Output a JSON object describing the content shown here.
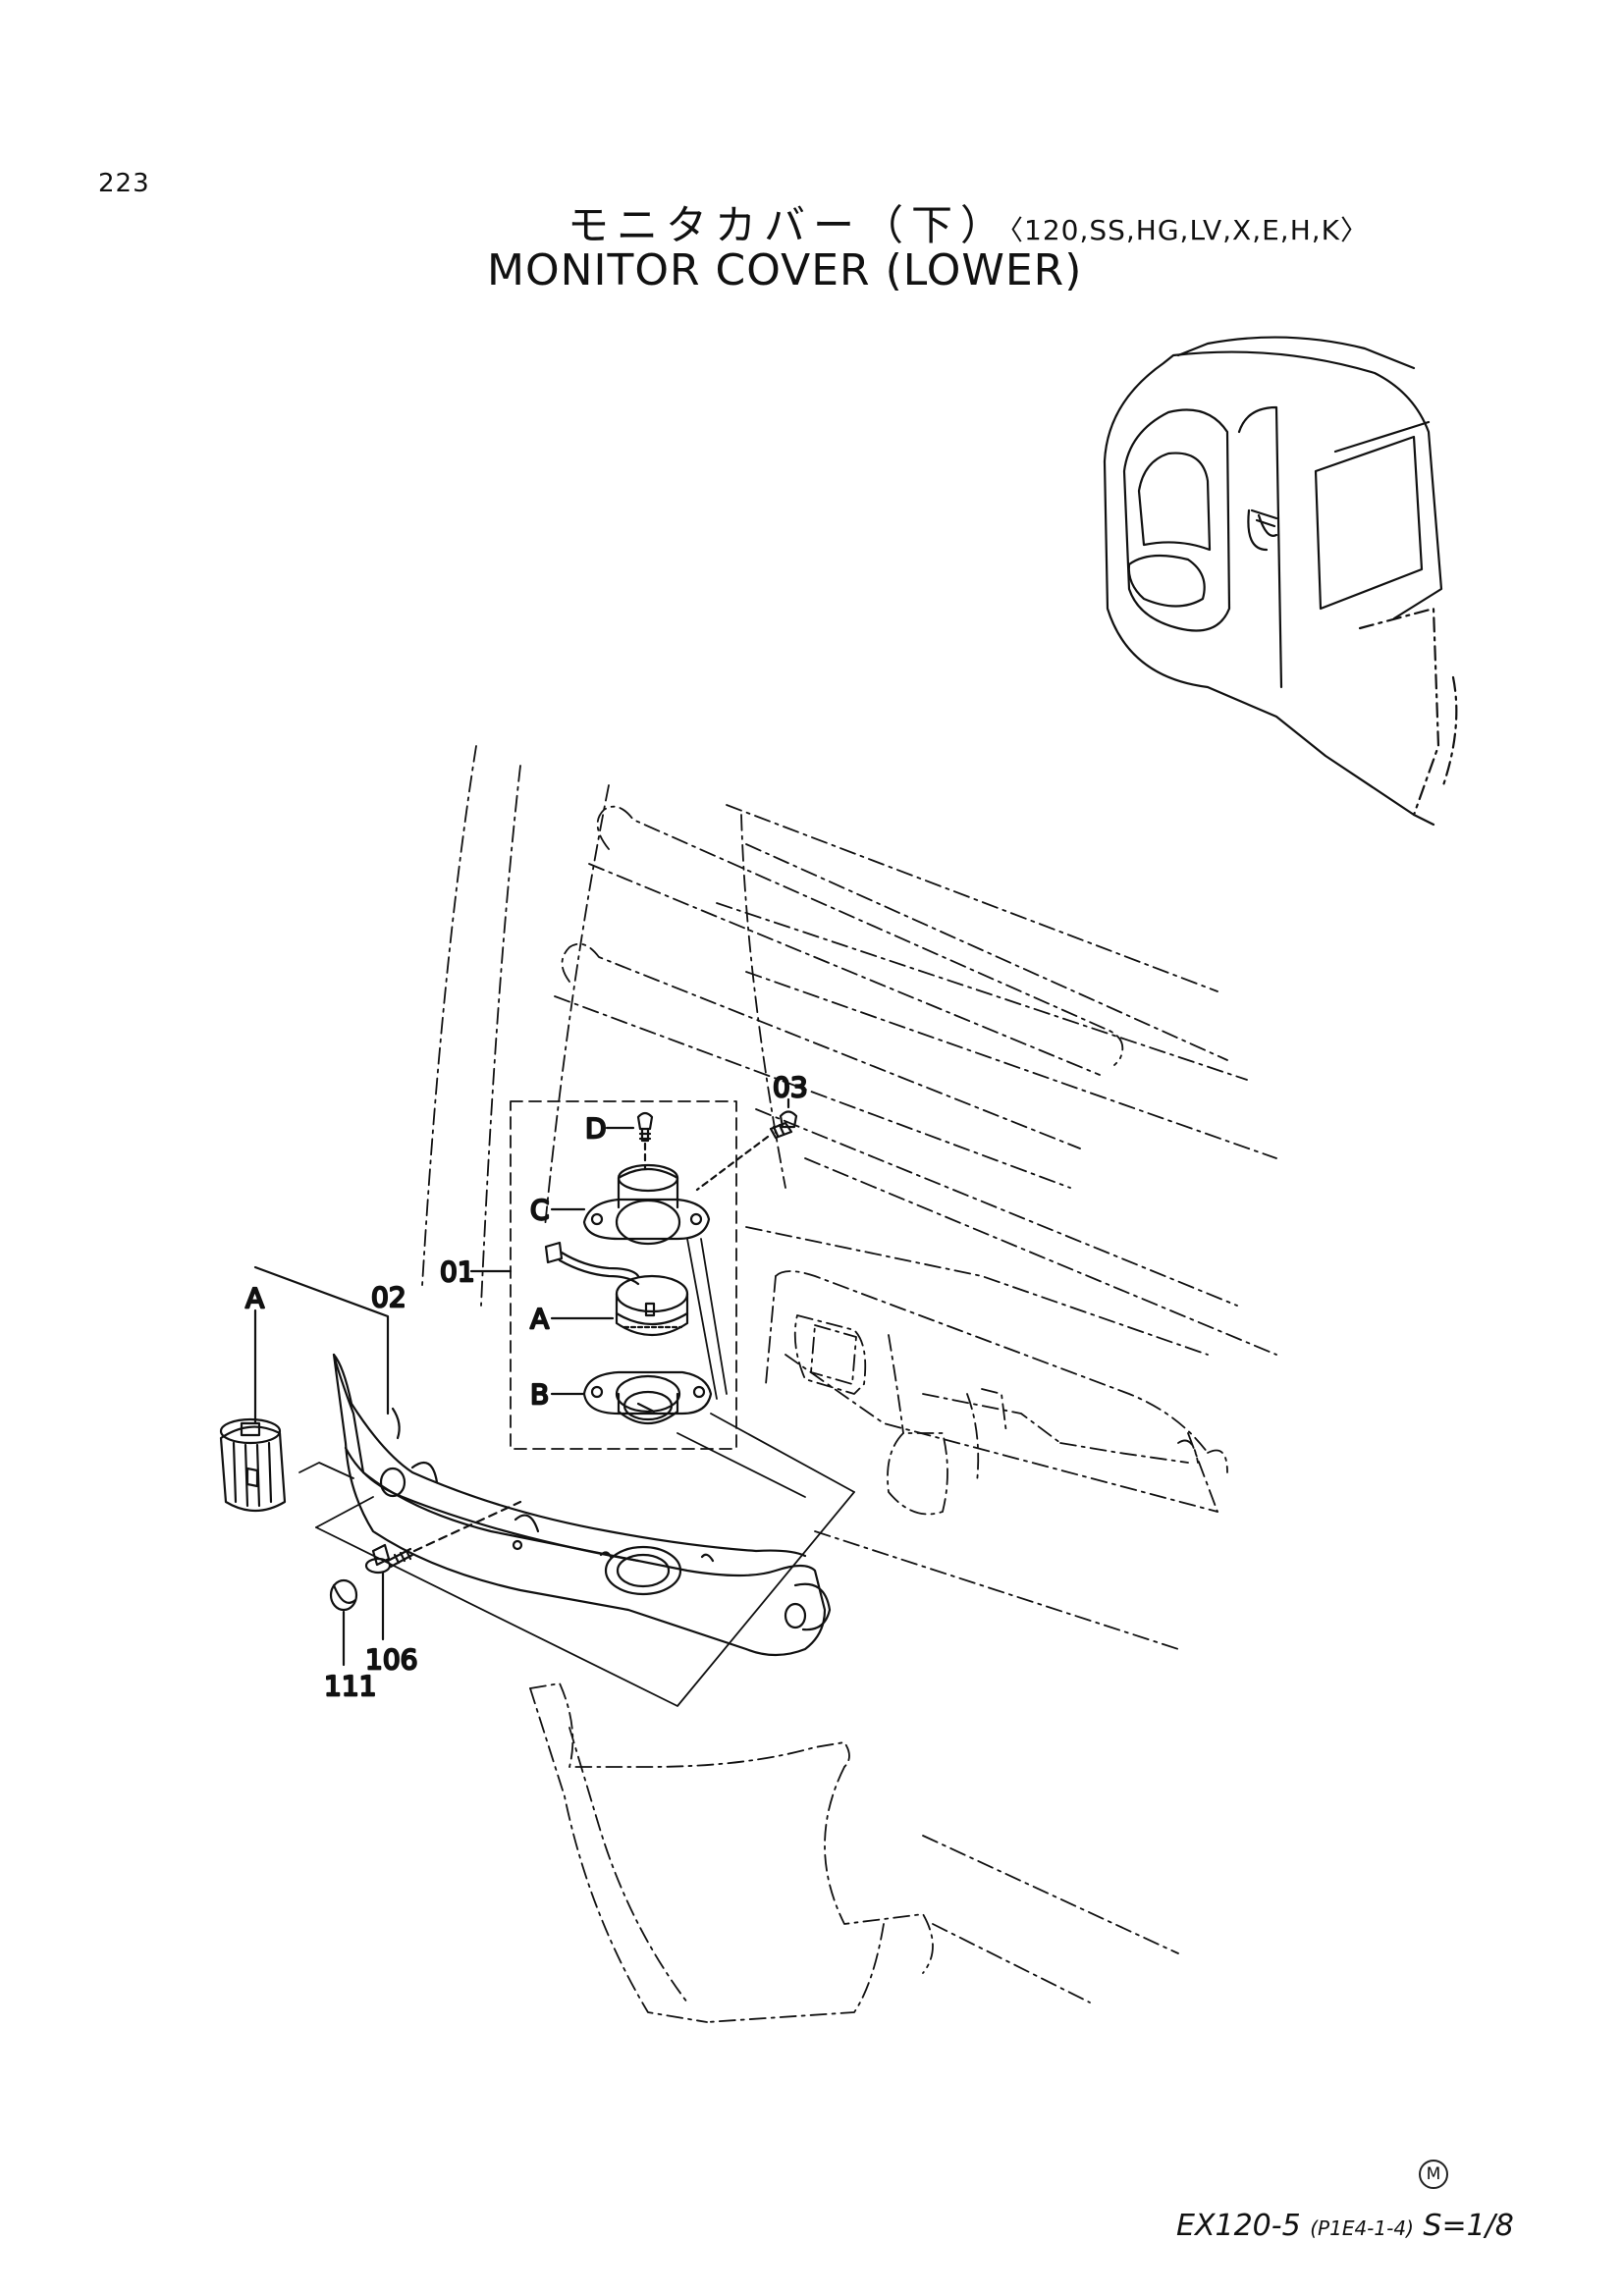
{
  "page_number": "223",
  "title": {
    "japanese": "モニタカバー（下）",
    "models": "〈120,SS,HG,LV,X,E,H,K〉",
    "english": "MONITOR COVER (LOWER)"
  },
  "callouts": {
    "c03": "03",
    "D": "D",
    "C": "C",
    "c01": "01",
    "A_inner": "A",
    "B": "B",
    "A_outer": "A",
    "c02": "02",
    "c106": "106",
    "c111": "111"
  },
  "footer": {
    "mark": "M",
    "model": "EX120-5",
    "code": "(P1E4-1-4)",
    "scale": "S=1/8"
  },
  "colors": {
    "line": "#111111",
    "background": "#ffffff"
  }
}
